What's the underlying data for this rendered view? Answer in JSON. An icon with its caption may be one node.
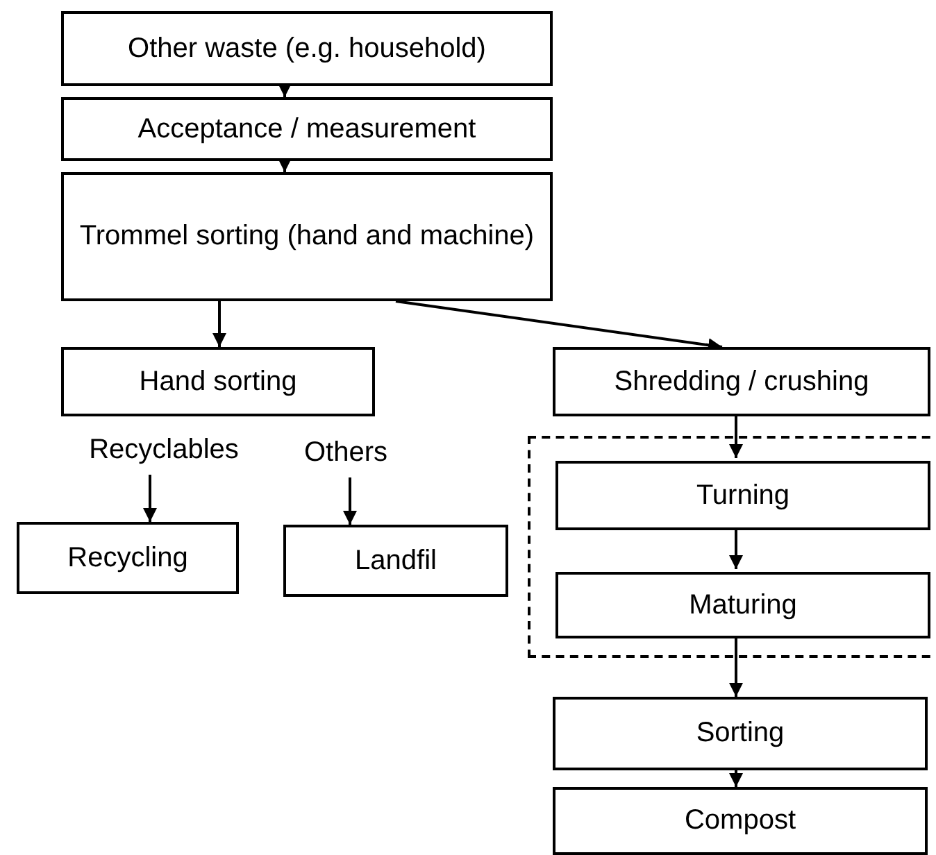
{
  "diagram": {
    "nodes": [
      {
        "text": [
          "Other waste (e.g. household)"
        ]
      },
      {
        "text": [
          "Acceptance / measurement"
        ]
      },
      {
        "text": [
          "Trommel sorting (hand and machine)"
        ]
      },
      {
        "text": [
          "Hand sorting"
        ]
      },
      {
        "text": [
          "Shredding / crushing"
        ]
      },
      {
        "text": [
          "Recyclables"
        ]
      },
      {
        "text": [
          "Others"
        ]
      },
      {
        "text": [
          "Recycling"
        ]
      },
      {
        "text": [
          "Landfil"
        ]
      },
      {
        "text": [],
        "shape": "box"
      },
      {
        "text": [
          "Turning"
        ],
        "in": 9
      },
      {
        "text": [
          "Maturing"
        ],
        "in": 9
      },
      {
        "text": [
          "Sorting"
        ]
      },
      {
        "text": [
          "Compost"
        ]
      }
    ],
    "edges": [
      {
        "from": 0,
        "to": 1,
        "arrow": "to"
      },
      {
        "from": 1,
        "to": 2,
        "arrow": "to"
      },
      {
        "from": 2,
        "to": 3,
        "arrow": "to"
      },
      {
        "from": 2,
        "to": 4,
        "arrow": "to"
      },
      {
        "from": 4,
        "to": 10,
        "arrow": "to"
      },
      {
        "from": 10,
        "to": 11,
        "arrow": "to"
      },
      {
        "from": 11,
        "to": 12,
        "arrow": "to"
      },
      {
        "from": 12,
        "to": 13,
        "arrow": "to"
      },
      {
        "from": 5,
        "to": 7,
        "arrow": "to"
      },
      {
        "from": 6,
        "to": 8,
        "arrow": "to"
      }
    ]
  }
}
